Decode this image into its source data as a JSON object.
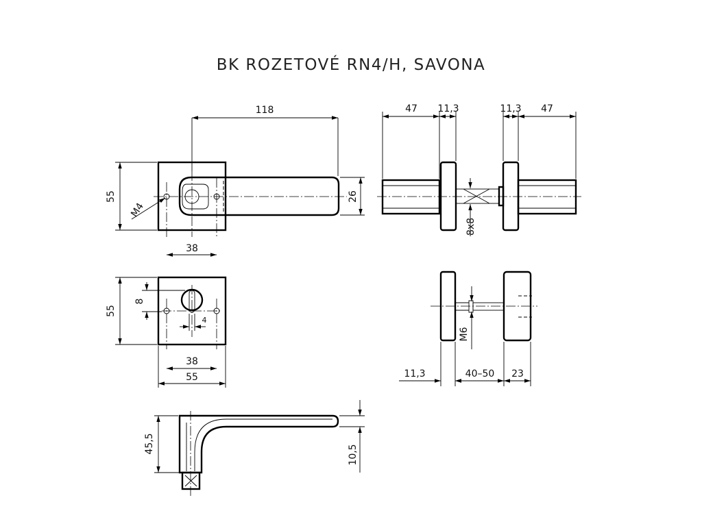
{
  "title": "BK ROZETOVÉ RN4/H, SAVONA",
  "dimensions": {
    "front_width_118": "118",
    "front_height_55": "55",
    "front_height_26": "26",
    "front_thread_m4": "M4",
    "front_spacing_38": "38",
    "side_left_47": "47",
    "side_left_113": "11,3",
    "side_right_113": "11,3",
    "side_right_47": "47",
    "side_square_8x8": "8x8",
    "rosette_height_55": "55",
    "rosette_key_8": "8",
    "rosette_key_4": "4",
    "rosette_spacing_38": "38",
    "rosette_width_55": "55",
    "section_thread_m6": "M6",
    "section_113": "11,3",
    "section_4050": "40–50",
    "section_23": "23",
    "lever_height_455": "45,5",
    "lever_thickness_105": "10,5"
  }
}
